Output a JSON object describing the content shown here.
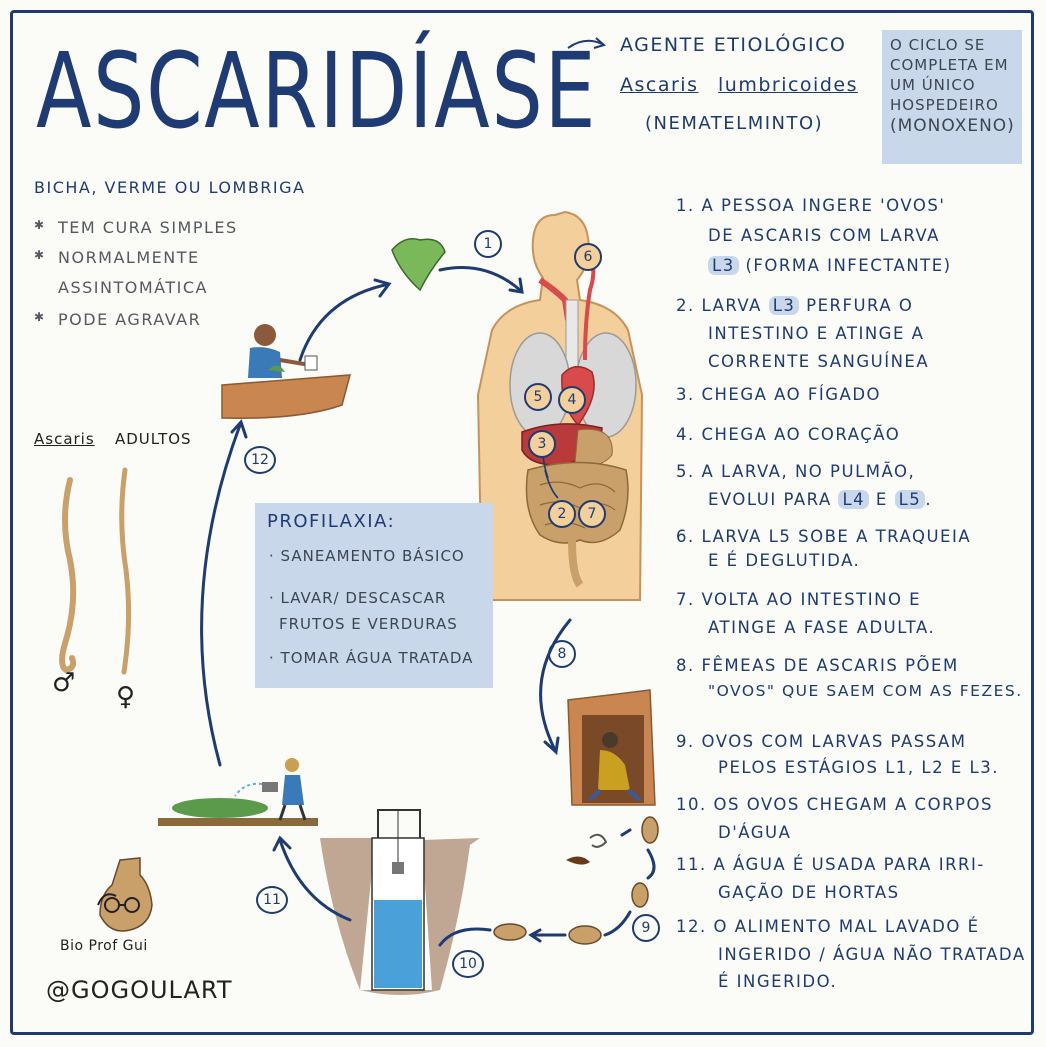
{
  "title": "ASCARIDÍASE",
  "agent": {
    "label": "AGENTE ETIOLÓGICO",
    "genus": "Ascaris",
    "species": "lumbricoides",
    "phylum": "(NEMATELMINTO)"
  },
  "cycle_note": [
    "O CICLO SE",
    "COMPLETA EM",
    "UM ÚNICO",
    "HOSPEDEIRO",
    "(MONOXENO)"
  ],
  "subtitle": "BICHA, VERME OU LOMBRIGA",
  "bullets": [
    "TEM CURA SIMPLES",
    "NORMALMENTE",
    "ASSINTOMÁTICA",
    "PODE AGRAVAR"
  ],
  "adults": {
    "genus": "Ascaris",
    "label": "ADULTOS",
    "male": "♂",
    "female": "♀"
  },
  "prophylaxis": {
    "title": "PROFILAXIA:",
    "items": [
      "SANEAMENTO BÁSICO",
      "LAVAR/ DESCASCAR",
      "FRUTOS E VERDURAS",
      "TOMAR ÁGUA TRATADA"
    ]
  },
  "steps": [
    {
      "num": "1.",
      "lines": [
        "A PESSOA INGERE 'OVOS'",
        "DE ASCARIS COM LARVA"
      ],
      "hl": "L3",
      "rest": " (FORMA INFECTANTE)"
    },
    {
      "num": "2.",
      "pre": "LARVA ",
      "hl": "L3",
      "rest": " PERFURA O",
      "lines": [
        "INTESTINO E ATINGE A",
        "CORRENTE SANGUÍNEA"
      ]
    },
    {
      "num": "3.",
      "lines": [
        "CHEGA AO FÍGADO"
      ]
    },
    {
      "num": "4.",
      "lines": [
        "CHEGA AO CORAÇÃO"
      ]
    },
    {
      "num": "5.",
      "lines": [
        "A LARVA, NO PULMÃO,"
      ],
      "pre": "EVOLUI PARA ",
      "hl": "L4",
      "mid": " E ",
      "hl2": "L5",
      "rest": "."
    },
    {
      "num": "6.",
      "lines": [
        "LARVA L5 SOBE A TRAQUEIA",
        "E É DEGLUTIDA."
      ]
    },
    {
      "num": "7.",
      "lines": [
        "VOLTA AO INTESTINO E",
        "ATINGE A FASE ADULTA."
      ]
    },
    {
      "num": "8.",
      "lines": [
        "FÊMEAS DE ASCARIS PÕEM",
        "\"OVOS\" QUE SAEM COM AS FEZES."
      ]
    },
    {
      "num": "9.",
      "lines": [
        "OVOS COM LARVAS PASSAM",
        "PELOS ESTÁGIOS L1, L2 E L3."
      ]
    },
    {
      "num": "10.",
      "lines": [
        "OS OVOS CHEGAM A CORPOS",
        "D'ÁGUA"
      ]
    },
    {
      "num": "11.",
      "lines": [
        "A ÁGUA É USADA PARA IRRI-",
        "GAÇÃO DE HORTAS"
      ]
    },
    {
      "num": "12.",
      "lines": [
        "O ALIMENTO MAL LAVADO É",
        "INGERIDO / ÁGUA NÃO TRATADA",
        "É INGERIDO."
      ]
    }
  ],
  "cycle_numbers": [
    "1",
    "2",
    "3",
    "4",
    "5",
    "6",
    "7",
    "8",
    "9",
    "10",
    "11",
    "12"
  ],
  "credit": {
    "name": "Bio Prof Gui",
    "handle": "@GOGOULART"
  },
  "colors": {
    "navy": "#1f3b73",
    "panel": "#c8d8ea",
    "skin": "#f2cf9b",
    "blood": "#d94a4a",
    "lung": "#d8d8d8",
    "liver": "#b83a3a",
    "intestine": "#c9a06a",
    "wood": "#c98650",
    "grass": "#5a9a4a"
  }
}
